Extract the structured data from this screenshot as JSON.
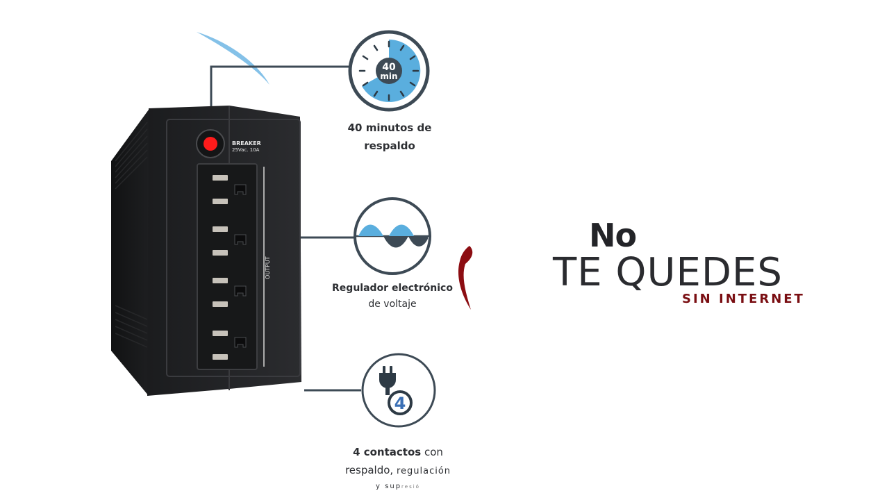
{
  "product": {
    "breaker_label": "BREAKER",
    "breaker_rating": "25Vac. 10A",
    "output_label": "OUTPUT"
  },
  "features": {
    "backup": {
      "icon": "timer-icon",
      "icon_value": "40",
      "icon_unit": "min",
      "line1": "40 minutos de",
      "line2": "respaldo",
      "accent": "#5aaede"
    },
    "regulator": {
      "icon": "sine-wave-icon",
      "line1": "Regulador electrónico",
      "line2": "de voltaje"
    },
    "outlets": {
      "icon": "plug-icon",
      "icon_value": "4",
      "line1_bold": "4 contactos",
      "line1_rest": "con",
      "line2_a": "respaldo,",
      "line2_b": "regulación",
      "line3_a": "y sup",
      "line3_b": "resió",
      "accent": "#3a6fb5"
    }
  },
  "headline": {
    "no": "No",
    "main": "TE QUEDES",
    "sub": "SIN INTERNET",
    "sub_color": "#7a0e12"
  }
}
